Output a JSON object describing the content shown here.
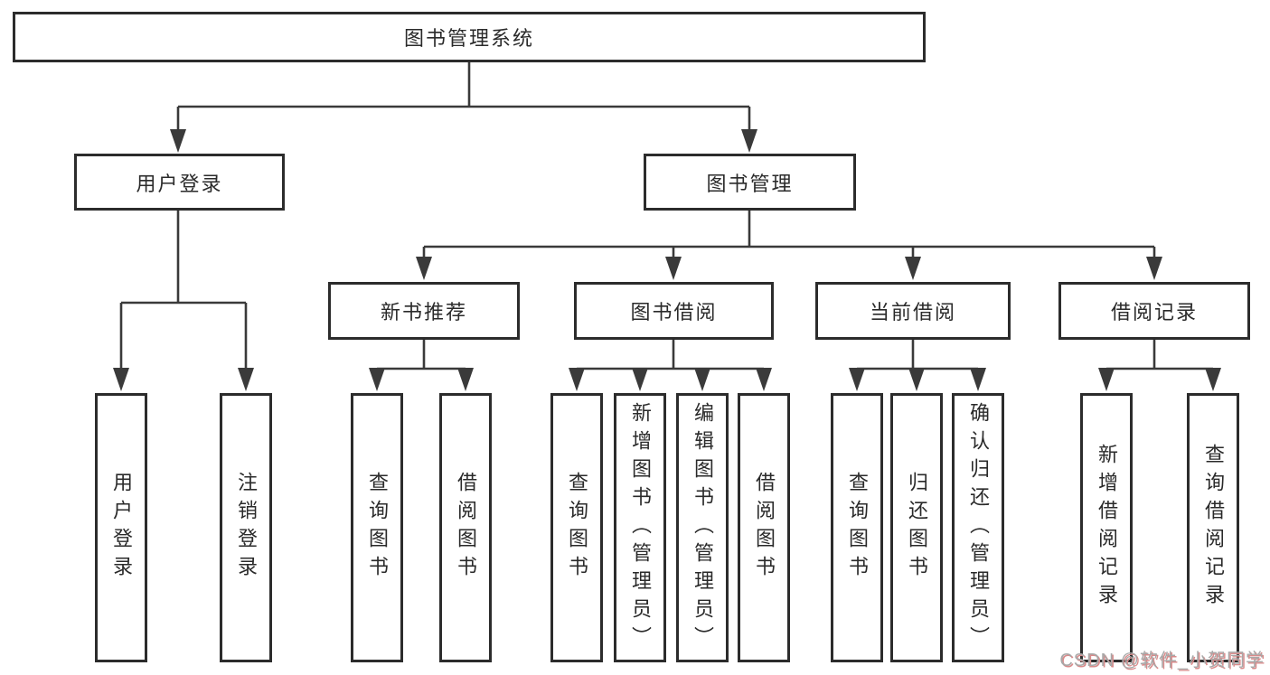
{
  "diagram": {
    "root": "图书管理系统",
    "login": {
      "label": "用户登录",
      "children": [
        "用户登录",
        "注销登录"
      ]
    },
    "management": {
      "label": "图书管理",
      "sections": [
        {
          "label": "新书推荐",
          "children": [
            "查询图书",
            "借阅图书"
          ]
        },
        {
          "label": "图书借阅",
          "children": [
            "查询图书",
            "新增图书（管理员）",
            "编辑图书（管理员）",
            "借阅图书"
          ]
        },
        {
          "label": "当前借阅",
          "children": [
            "查询图书",
            "归还图书",
            "确认归还（管理员）"
          ]
        },
        {
          "label": "借阅记录",
          "children": [
            "新增借阅记录",
            "查询借阅记录"
          ]
        }
      ]
    }
  },
  "watermark": "CSDN @软件_小贺同学",
  "colors": {
    "line": "#3a3a3a",
    "box_border": "#2c2c2c",
    "text": "#2a2a2a",
    "background": "#ffffff",
    "watermark_gray": "#a8a8a8",
    "watermark_red_shadow": "#d98b8b"
  }
}
